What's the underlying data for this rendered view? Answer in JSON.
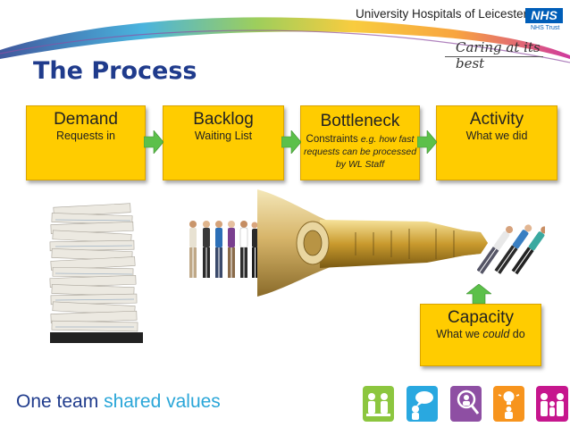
{
  "header": {
    "organisation": "University Hospitals of Leicester",
    "logo_text": "NHS",
    "trust_label": "NHS Trust",
    "tagline": "Caring at its best"
  },
  "page": {
    "title": "The Process"
  },
  "process_boxes": [
    {
      "heading": "Demand",
      "subtitle": "Requests in"
    },
    {
      "heading": "Backlog",
      "subtitle": "Waiting List"
    },
    {
      "heading": "Bottleneck",
      "subtitle_prefix": "Constraints ",
      "subtitle_italic": "e.g. how fast requests can be processed by WL Staff"
    },
    {
      "heading": "Activity",
      "subtitle": "What we did"
    }
  ],
  "capacity_box": {
    "heading": "Capacity",
    "subtitle_prefix": "What we ",
    "subtitle_italic": "could",
    "subtitle_suffix": " do"
  },
  "footer": {
    "text_part1": "One team ",
    "text_part2": "shared values"
  },
  "colors": {
    "box_fill": "#ffcc00",
    "arrow_green": "#5cc04a",
    "title_blue": "#1f3b8c",
    "nhs_blue": "#005eb8"
  },
  "footer_icons": [
    {
      "name": "team-icon",
      "color": "#8cc63f"
    },
    {
      "name": "communication-icon",
      "color": "#29a8e0"
    },
    {
      "name": "search-people-icon",
      "color": "#8e4fa3"
    },
    {
      "name": "idea-icon",
      "color": "#f7941d"
    },
    {
      "name": "family-icon",
      "color": "#c6168d"
    }
  ]
}
